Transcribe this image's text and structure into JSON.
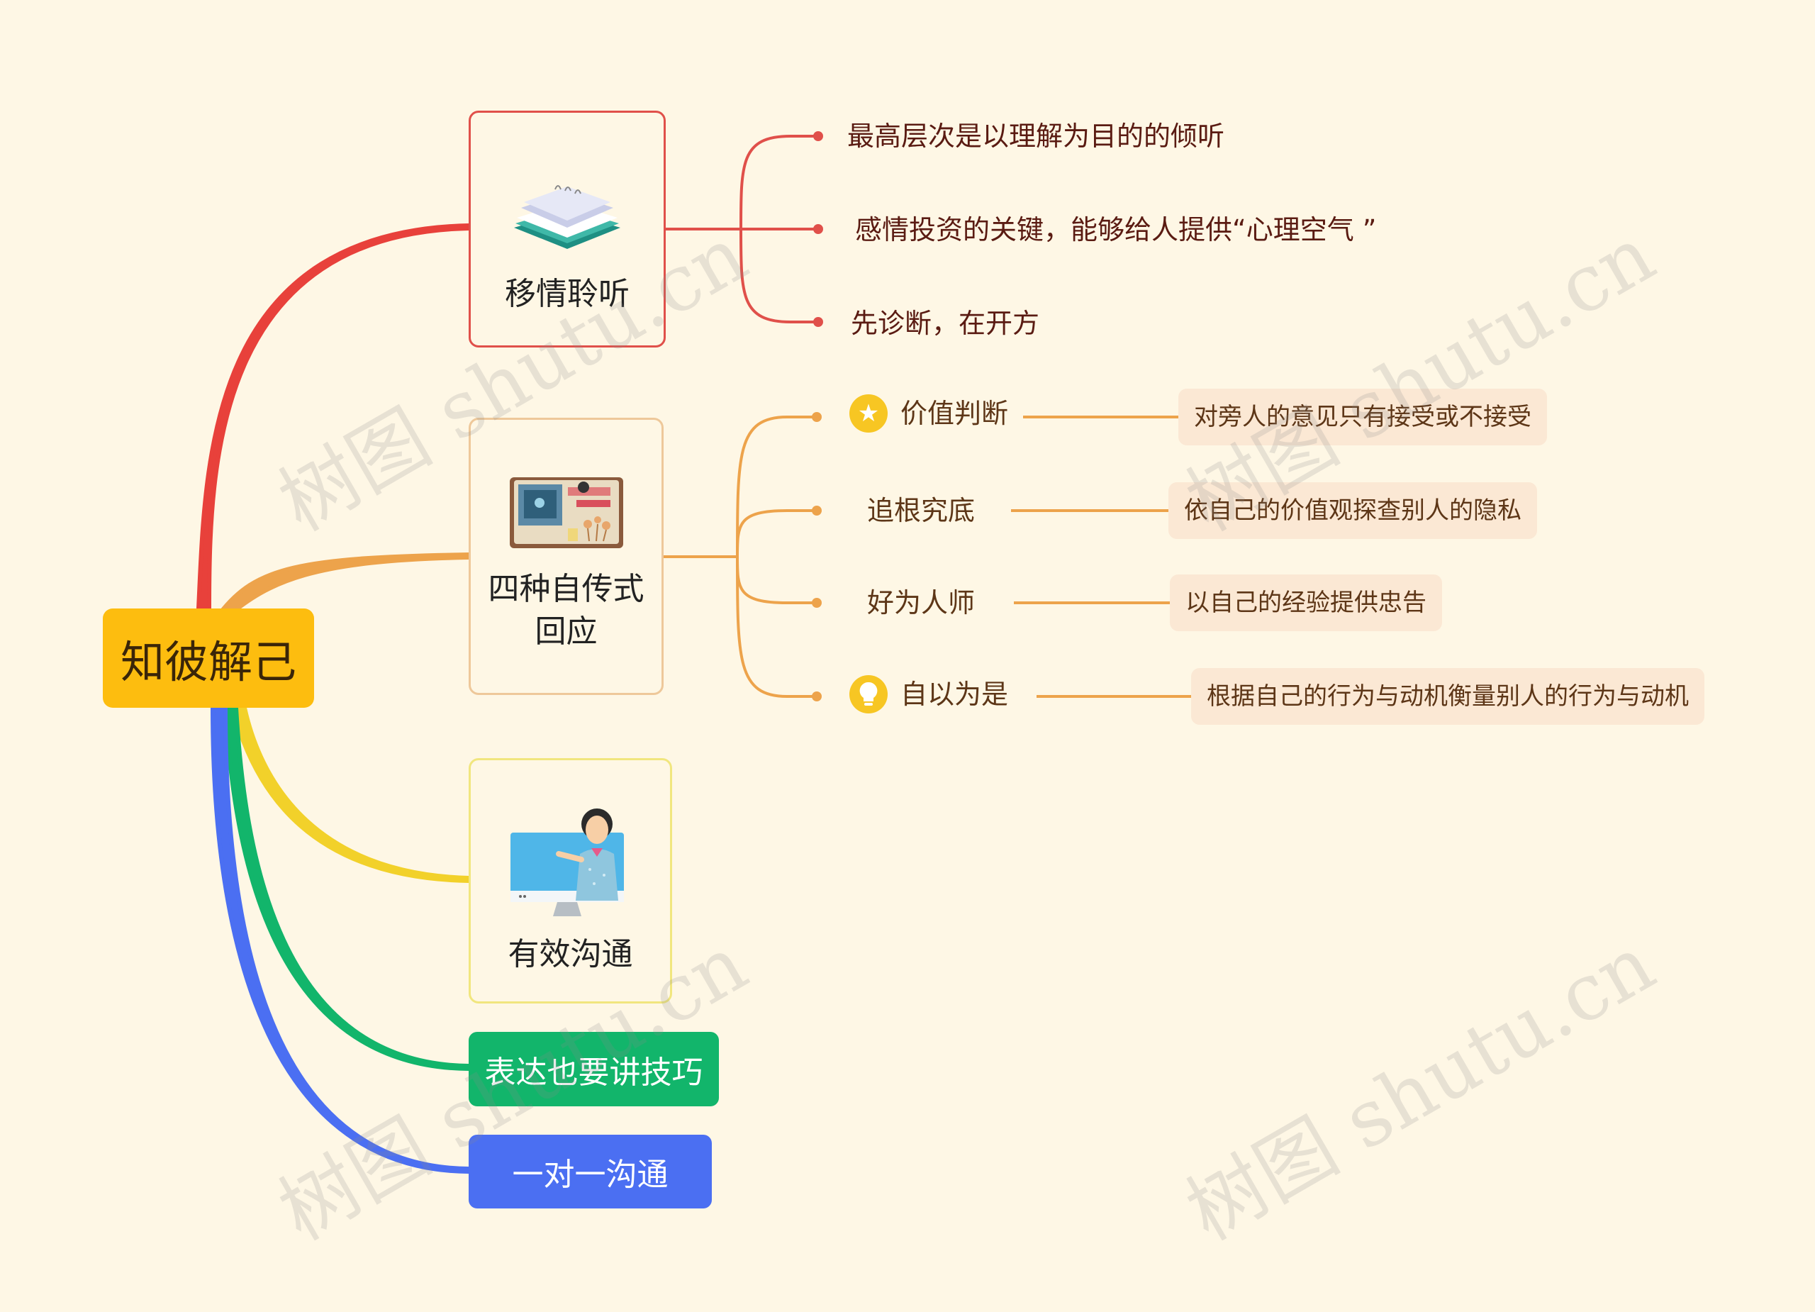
{
  "root": {
    "label": "知彼解己"
  },
  "branches": [
    {
      "label": "移情聆听",
      "color": "#e8413b",
      "icon": "notebook-stack-icon",
      "children": [
        "最高层次是以理解为目的的倾听",
        "感情投资的关键，能够给人提供“心理空气 ”",
        "先诊断，在开方"
      ]
    },
    {
      "label": "四种自传式回应",
      "color": "#eda34b",
      "icon": "desk-board-icon",
      "children": [
        {
          "label": "价值判断",
          "icon": "star-icon",
          "detail": "对旁人的意见只有接受或不接受"
        },
        {
          "label": "追根究底",
          "icon": "",
          "detail": "依自己的价值观探查别人的隐私"
        },
        {
          "label": "好为人师",
          "icon": "",
          "detail": "以自己的经验提供忠告"
        },
        {
          "label": "自以为是",
          "icon": "lightbulb-icon",
          "detail": "根据自己的行为与动机衡量别人的行为与动机"
        }
      ]
    },
    {
      "label": "有效沟通",
      "color": "#f2d12a",
      "icon": "teacher-screen-icon"
    },
    {
      "label": "表达也要讲技巧",
      "color": "#12b56b"
    },
    {
      "label": "一对一沟通",
      "color": "#4b6ff2"
    }
  ],
  "watermark": "树图 shutu.cn"
}
